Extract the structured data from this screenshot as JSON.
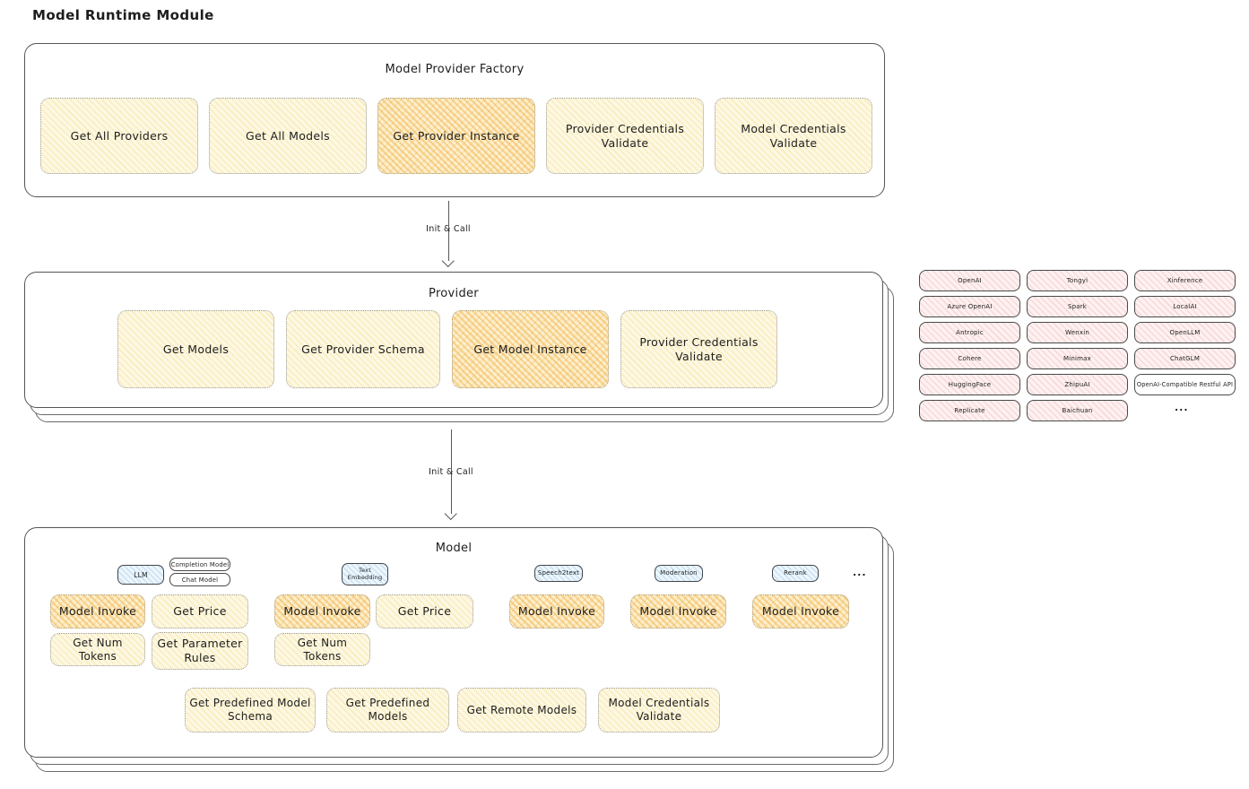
{
  "title": "Model Runtime Module",
  "colors": {
    "background": "#ffffff",
    "box_yellow_fill": "#fdf8e3",
    "box_yellow_hatch": "#f3d676",
    "box_orange_fill": "#fcefcd",
    "box_orange_hatch": "#f0a52d",
    "pill_pink_fill": "#fdf1f1",
    "pill_pink_hatch": "#ee9696",
    "tag_blue_fill": "#edf6fc",
    "tag_blue_hatch": "#82b9e6",
    "border_dark": "#555555",
    "border_dotted": "#9a9a9a",
    "text": "#1d1d1d"
  },
  "factory": {
    "title": "Model Provider Factory",
    "items": [
      {
        "label": "Get All Providers",
        "highlighted": false
      },
      {
        "label": "Get All Models",
        "highlighted": false
      },
      {
        "label": "Get Provider Instance",
        "highlighted": true
      },
      {
        "label": "Provider Credentials Validate",
        "highlighted": false
      },
      {
        "label": "Model Credentials Validate",
        "highlighted": false
      }
    ]
  },
  "edges": [
    {
      "label": "Init & Call"
    },
    {
      "label": "Init & Call"
    }
  ],
  "provider": {
    "title": "Provider",
    "items": [
      {
        "label": "Get Models",
        "highlighted": false
      },
      {
        "label": "Get Provider Schema",
        "highlighted": false
      },
      {
        "label": "Get Model Instance",
        "highlighted": true
      },
      {
        "label": "Provider Credentials Validate",
        "highlighted": false
      }
    ]
  },
  "providers_grid": {
    "col1": [
      "OpenAI",
      "Azure OpenAI",
      "Antropic",
      "Cohere",
      "HuggingFace",
      "Replicate"
    ],
    "col2": [
      "Tongyi",
      "Spark",
      "Wenxin",
      "Minimax",
      "ZhipuAI",
      "Baichuan"
    ],
    "col3": [
      "Xinference",
      "LocalAI",
      "OpenLLM",
      "ChatGLM",
      "OpenAI-Compatible Restful API"
    ],
    "more": "..."
  },
  "model": {
    "title": "Model",
    "model_types": [
      {
        "tag": "LLM",
        "subtags": [
          "Completion Model",
          "Chat Model"
        ]
      },
      {
        "tag": "Text Embedding"
      },
      {
        "tag": "Speech2text"
      },
      {
        "tag": "Moderation"
      },
      {
        "tag": "Rerank"
      }
    ],
    "more": "...",
    "functions": {
      "model_invoke": "Model Invoke",
      "get_price": "Get Price",
      "get_num_tokens": "Get Num Tokens",
      "get_parameter_rules": "Get Parameter Rules"
    },
    "bottom_items": [
      "Get Predefined Model Schema",
      "Get Predefined Models",
      "Get Remote Models",
      "Model Credentials Validate"
    ]
  }
}
